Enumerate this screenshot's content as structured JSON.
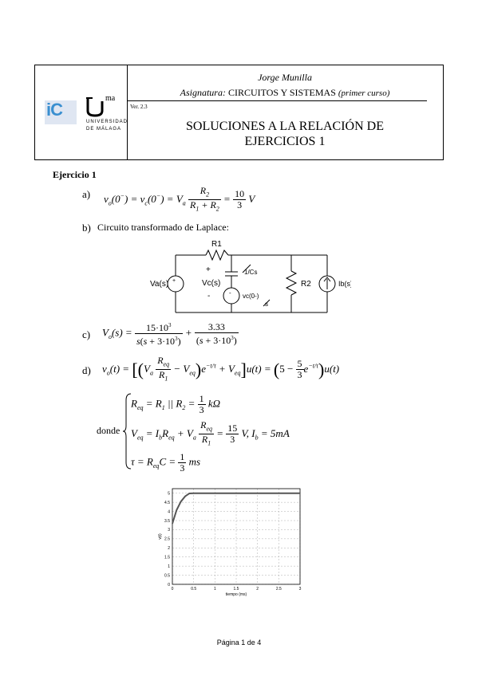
{
  "header": {
    "author": "Jorge Munilla",
    "subject_label": "Asignatura:",
    "subject_name": "CIRCUITOS Y SISTEMAS",
    "subject_note": "(primer curso)",
    "version": "Ver. 2.3",
    "title_line1": "SOLUCIONES A LA RELACIÓN DE",
    "title_line2": "EJERCICIOS 1",
    "logo_ic": "iC",
    "logo_uma_sup": "ma",
    "logo_uni_line1": "UNIVERSIDAD",
    "logo_uni_line2": "DE MÁLAGA"
  },
  "exercise": {
    "heading": "Ejercicio 1",
    "a_label": "a)",
    "b_label": "b)",
    "b_text": "Circuito transformado de Laplace:",
    "c_label": "c)",
    "d_label": "d)",
    "donde": "donde"
  },
  "circuit": {
    "r1": "R1",
    "c_label": "1/Cs",
    "va": "Va(s)",
    "plus": "+",
    "vc": "Vc(s)",
    "minus": "-",
    "vc0": "vc(0-)",
    "vc0_den": "s",
    "r2": "R2",
    "ib": "Ib(s)"
  },
  "chart_data": {
    "type": "line",
    "title": "",
    "xlabel": "tiempo (ms)",
    "ylabel": "v(t)",
    "xlim": [
      0,
      3
    ],
    "ylim": [
      0,
      5.25
    ],
    "x_ticks": [
      0,
      0.5,
      1,
      1.5,
      2,
      2.5,
      3
    ],
    "x_tick_labels": [
      "0",
      "0.5",
      "1",
      "1.5",
      "2",
      "2.5",
      "3"
    ],
    "y_ticks": [
      0,
      0.5,
      1,
      1.5,
      2,
      2.5,
      3,
      3.5,
      4,
      4.5,
      5
    ],
    "y_tick_labels": [
      "0",
      "0.5",
      "1",
      "1.5",
      "2",
      "2.5",
      "3",
      "3.5",
      "4",
      "4.5",
      "5"
    ],
    "grid": true,
    "series": [
      {
        "x": [
          0,
          0.1,
          0.2,
          0.3,
          0.4,
          0.5,
          0.6,
          0.7,
          0.8,
          0.9,
          1.0,
          1.2,
          1.4,
          1.6,
          1.8,
          2.0,
          2.5,
          3.0
        ],
        "y": [
          3.33,
          4.08,
          4.54,
          4.83,
          4.99,
          5.0,
          5.0,
          5.0,
          5.0,
          5.0,
          5.0,
          5.0,
          5.0,
          5.0,
          5.0,
          5.0,
          5.0,
          5.0
        ]
      }
    ],
    "colors": {
      "line": "#555555"
    }
  },
  "footer": {
    "page": "Página 1 de 4"
  }
}
